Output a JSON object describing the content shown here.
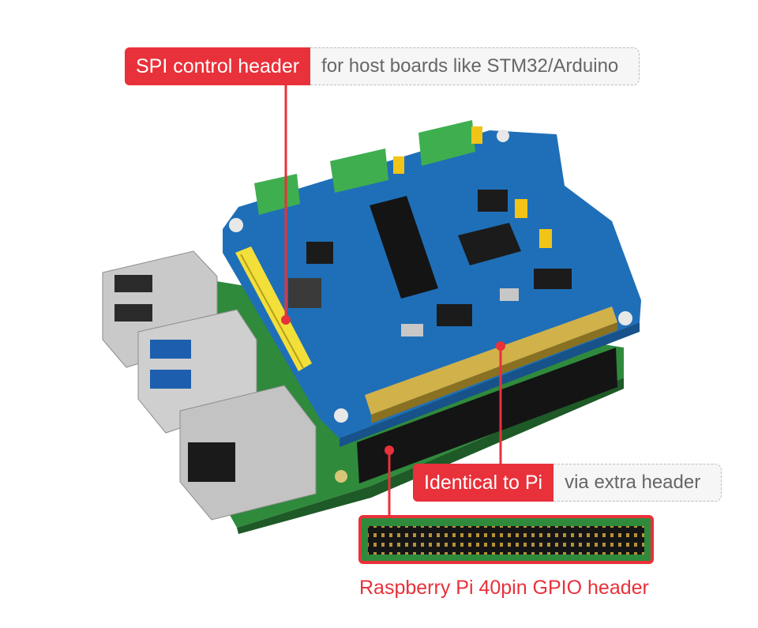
{
  "callouts": {
    "spi": {
      "label": "SPI control header",
      "note": "for host boards like STM32/Arduino"
    },
    "pi": {
      "label": "Identical to Pi",
      "note": "via extra header"
    }
  },
  "caption": "Raspberry Pi 40pin GPIO header",
  "colors": {
    "accent": "#e8313a",
    "board_blue": "#1f6fb8",
    "pi_green": "#2f8a3c"
  }
}
